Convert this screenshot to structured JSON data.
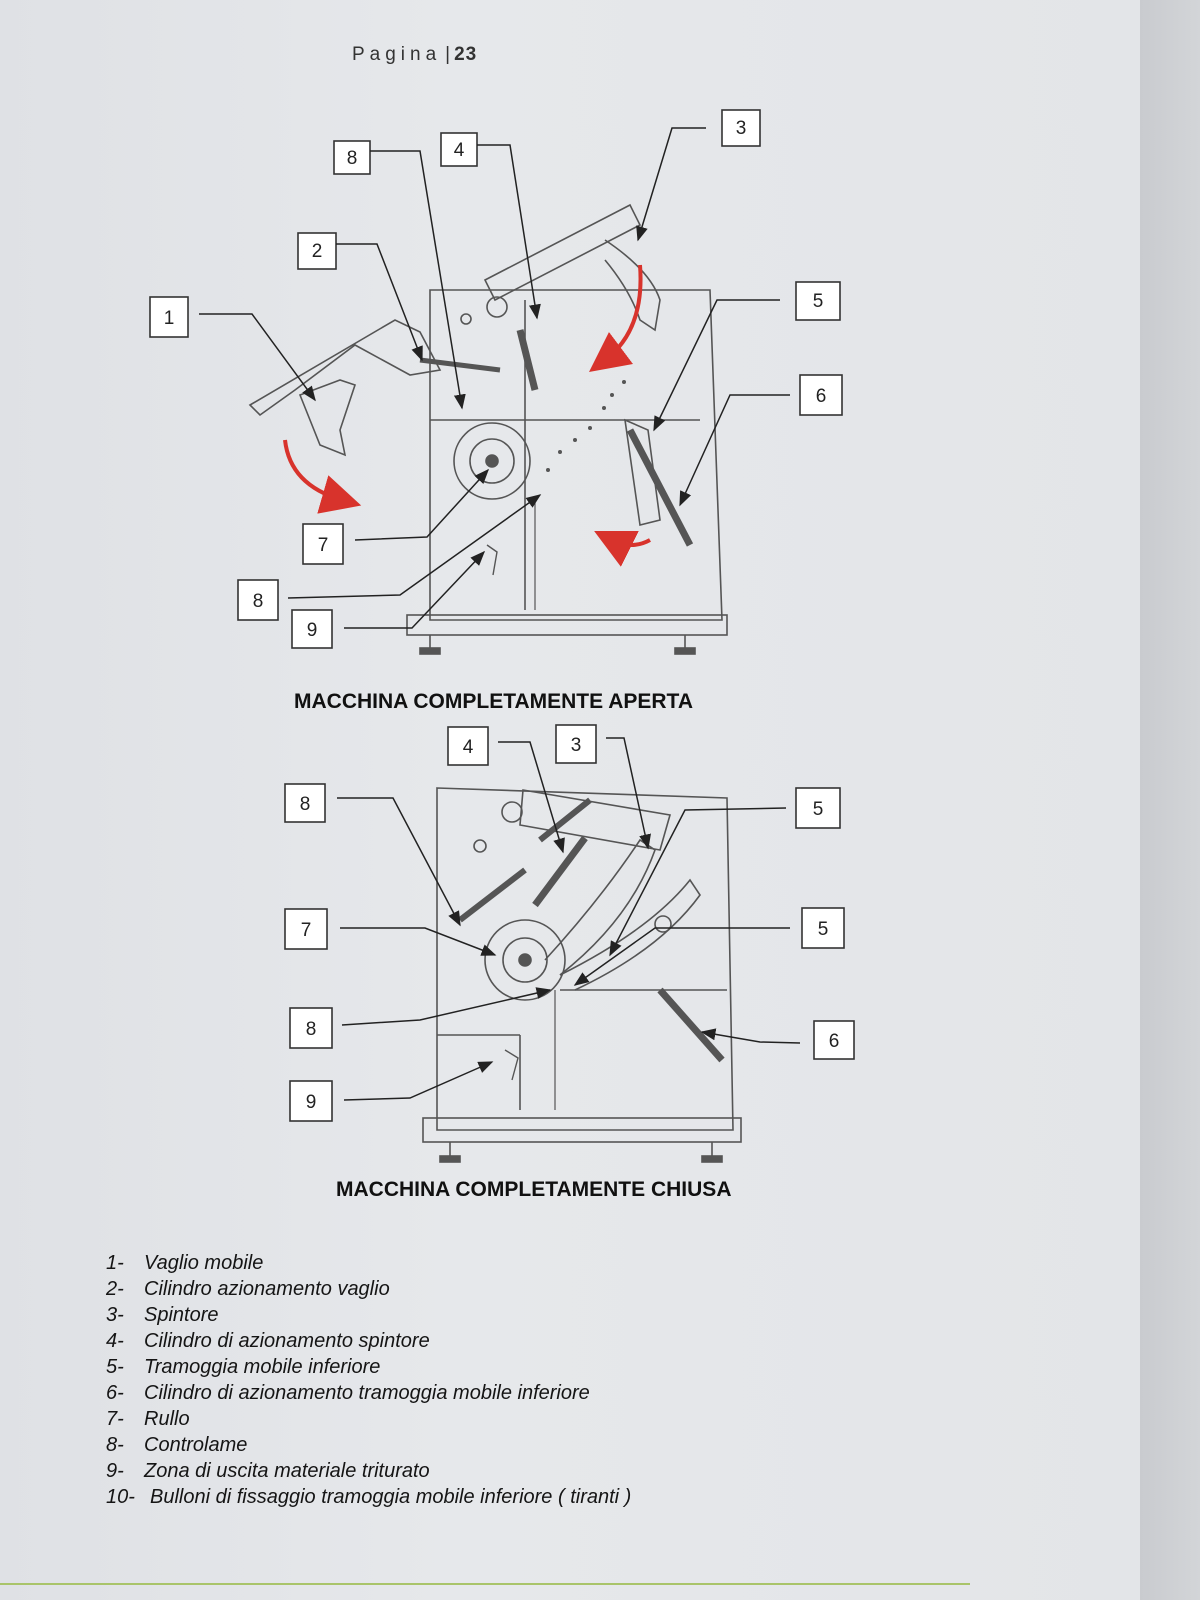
{
  "page": {
    "label": "Pagina",
    "separator": "|",
    "number": "23"
  },
  "figure_open": {
    "caption": "MACCHINA COMPLETAMENTE APERTA",
    "callouts": [
      "8",
      "4",
      "3",
      "2",
      "1",
      "5",
      "6",
      "7",
      "8",
      "9"
    ]
  },
  "figure_closed": {
    "caption": "MACCHINA COMPLETAMENTE CHIUSA",
    "callouts": [
      "4",
      "3",
      "8",
      "5",
      "7",
      "5",
      "8",
      "6",
      "9"
    ]
  },
  "legend": [
    {
      "n": "1-",
      "text": "Vaglio mobile"
    },
    {
      "n": "2-",
      "text": "Cilindro azionamento vaglio"
    },
    {
      "n": "3-",
      "text": "Spintore"
    },
    {
      "n": "4-",
      "text": "Cilindro di azionamento spintore"
    },
    {
      "n": "5-",
      "text": "Tramoggia mobile inferiore"
    },
    {
      "n": "6-",
      "text": "Cilindro di azionamento tramoggia mobile inferiore"
    },
    {
      "n": "7-",
      "text": "Rullo"
    },
    {
      "n": "8-",
      "text": "Controlame"
    },
    {
      "n": "9-",
      "text": "Zona di uscita materiale triturato"
    },
    {
      "n": "10-",
      "text": "Bulloni di fissaggio tramoggia mobile inferiore ( tiranti )"
    }
  ],
  "colors": {
    "arrow": "#d8332c",
    "line": "#444444",
    "footer_rule": "#a9c46a"
  }
}
